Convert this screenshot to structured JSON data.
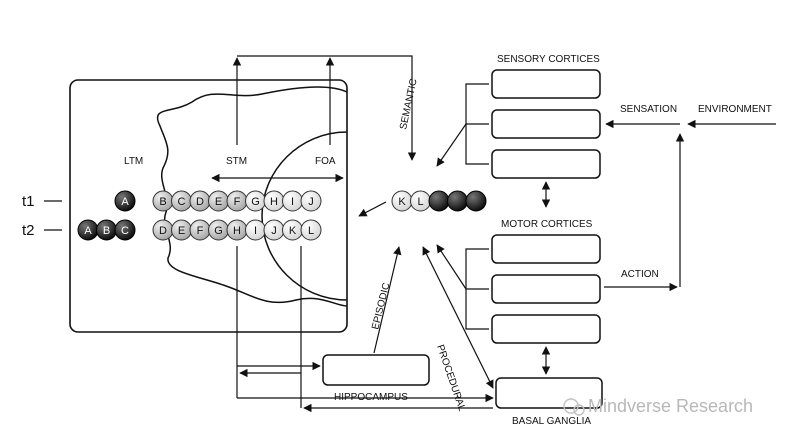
{
  "labels": {
    "ltm": "LTM",
    "stm": "STM",
    "foa": "FOA",
    "t1": "t1",
    "t2": "t2",
    "semantic": "SEMANTIC",
    "episodic": "EPISODIC",
    "procedural": "PROCEDURAL",
    "sensory_cortices": "SENSORY CORTICES",
    "motor_cortices": "MOTOR CORTICES",
    "sensation": "SENSATION",
    "environment": "ENVIRONMENT",
    "action": "ACTION",
    "hippocampus": "HIPPOCAMPUS",
    "basal_ganglia": "BASAL GANGLIA"
  },
  "rows": {
    "t1_items": [
      "A",
      "B",
      "C",
      "D",
      "E",
      "F",
      "G",
      "H",
      "I",
      "J"
    ],
    "t2_items": [
      "A",
      "B",
      "C",
      "D",
      "E",
      "F",
      "G",
      "H",
      "I",
      "J",
      "K",
      "L"
    ],
    "output_items": [
      "K",
      "L",
      "",
      "",
      ""
    ]
  },
  "watermark": "Mindverse Research",
  "colors": {
    "dark_ball": "#1a1a1a",
    "grey_ball": "#c8c8c8",
    "light_ball": "#f4f4f4",
    "line": "#111111"
  }
}
